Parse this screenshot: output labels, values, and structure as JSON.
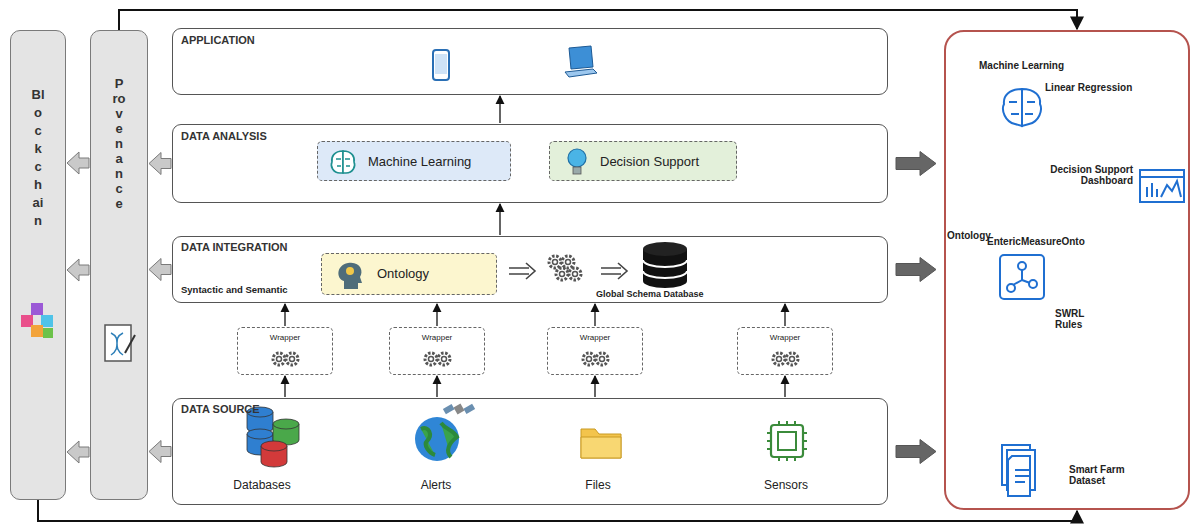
{
  "diagram": {
    "nodes": [
      {
        "text": [
          "Blockchain"
        ]
      },
      {
        "text": [
          "Provenance"
        ]
      },
      {
        "text": [
          "APPLICATION"
        ]
      },
      {
        "text": [
          "DATA ANALYSIS"
        ]
      },
      {
        "text": [
          "Machine Learning"
        ],
        "in": 3
      },
      {
        "text": [
          "Decision Support"
        ],
        "in": 3
      },
      {
        "text": [
          "DATA INTEGRATION",
          "Syntactic and Semantic"
        ]
      },
      {
        "text": [
          "Ontology"
        ],
        "in": 6
      },
      {
        "text": [
          "Wrapper"
        ]
      },
      {
        "text": [
          "Wrapper"
        ]
      },
      {
        "text": [
          "Wrapper"
        ]
      },
      {
        "text": [
          "Wrapper"
        ]
      },
      {
        "text": [
          "DATA SOURCE"
        ]
      },
      {
        "text": []
      },
      {
        "text": [
          "Machine Learning",
          "Linear Regression"
        ],
        "in": 13
      },
      {
        "text": [
          "Decision Support Dashboard"
        ],
        "in": 13
      },
      {
        "text": [
          "Ontology",
          "EntericMeasureOnto",
          "SWRL Rules"
        ],
        "in": 13
      },
      {
        "text": [
          "Smart Farm Dataset"
        ],
        "in": 13
      }
    ],
    "edges": [
      {
        "from": 12,
        "to": 8,
        "arrow": "to"
      },
      {
        "from": 12,
        "to": 9,
        "arrow": "to"
      },
      {
        "from": 12,
        "to": 10,
        "arrow": "to"
      },
      {
        "from": 12,
        "to": 11,
        "arrow": "to"
      },
      {
        "from": 8,
        "to": 6,
        "arrow": "to"
      },
      {
        "from": 9,
        "to": 6,
        "arrow": "to"
      },
      {
        "from": 10,
        "to": 6,
        "arrow": "to"
      },
      {
        "from": 11,
        "to": 6,
        "arrow": "to"
      },
      {
        "from": 6,
        "to": 3,
        "arrow": "to"
      },
      {
        "from": 3,
        "to": 2,
        "arrow": "to"
      },
      {
        "from": 3,
        "to": 1,
        "arrow": "to"
      },
      {
        "from": 6,
        "to": 1,
        "arrow": "to"
      },
      {
        "from": 12,
        "to": 1,
        "arrow": "to"
      },
      {
        "from": 1,
        "to": 0,
        "arrow": "to"
      },
      {
        "from": 1,
        "to": 0,
        "arrow": "to"
      },
      {
        "from": 1,
        "to": 0,
        "arrow": "to"
      },
      {
        "from": 3,
        "to": 13,
        "arrow": "to"
      },
      {
        "from": 6,
        "to": 13,
        "arrow": "to"
      },
      {
        "from": 12,
        "to": 13,
        "arrow": "to"
      },
      {
        "from": 1,
        "to": 13,
        "arrow": "to"
      },
      {
        "from": 0,
        "to": 13,
        "arrow": "to"
      },
      {
        "from": 17,
        "to": 16,
        "arrow": "to"
      },
      {
        "from": 16,
        "to": 14,
        "arrow": "to"
      },
      {
        "from": 14,
        "to": 15,
        "arrow": "to"
      },
      {
        "from": 16,
        "to": 15,
        "arrow": "to"
      }
    ],
    "labels": [
      "Global Schema Database",
      "Databases",
      "Alerts",
      "Files",
      "Sensors"
    ]
  }
}
